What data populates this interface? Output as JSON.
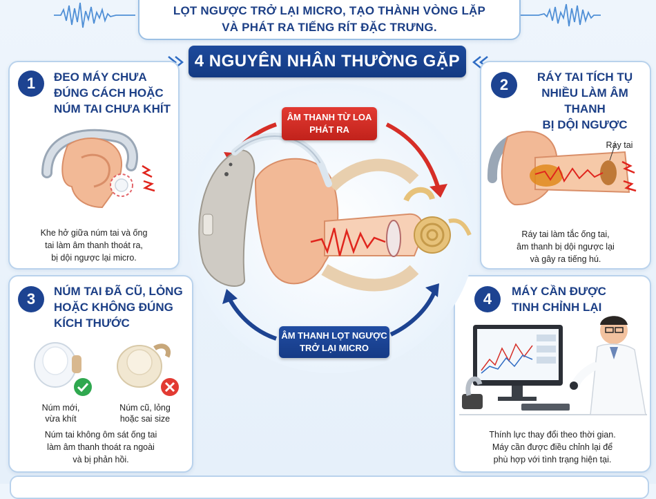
{
  "header": {
    "line1": "LỌT NGƯỢC TRỞ LẠI MICRO, TẠO THÀNH VÒNG LẶP",
    "line2": "VÀ PHÁT RA TIẾNG RÍT ĐẶC TRƯNG."
  },
  "banner": {
    "title": "4 NGUYÊN NHÂN THƯỜNG GẶP"
  },
  "center": {
    "speaker_label": "ÂM THANH TỪ LOA PHÁT RA",
    "mic_label": "ÂM THANH LỌT NGƯỢC TRỞ LẠI MICRO"
  },
  "cards": [
    {
      "number": "1",
      "title_lines": [
        "ĐEO MÁY CHƯA",
        "ĐÚNG CÁCH HOẶC",
        "NÚM TAI CHƯA KHÍT"
      ],
      "desc_lines": [
        "Khe hở giữa núm tai và ống",
        "tai làm âm thanh thoát ra,",
        "bị dội ngược lại micro."
      ]
    },
    {
      "number": "2",
      "title_lines": [
        "RÁY TAI TÍCH TỤ",
        "NHIỀU LÀM ÂM THANH",
        "BỊ DỘI NGƯỢC"
      ],
      "callout": "Ráy tai",
      "desc_lines": [
        "Ráy tai làm tắc ống tai,",
        "âm thanh bị dội ngược lại",
        "và gây ra tiếng hú."
      ]
    },
    {
      "number": "3",
      "title_lines": [
        "NÚM TAI ĐÃ CŨ, LỎNG",
        "HOẶC KHÔNG ĐÚNG",
        "KÍCH THƯỚC"
      ],
      "new_tip": [
        "Núm mới,",
        "vừa khít"
      ],
      "old_tip": [
        "Núm cũ, lỏng",
        "hoặc sai size"
      ],
      "desc_lines": [
        "Núm tai không ôm sát ống tai",
        "làm âm thanh thoát ra ngoài",
        "và bị phản hồi."
      ]
    },
    {
      "number": "4",
      "title_lines": [
        "MÁY CẦN ĐƯỢC",
        "TINH CHỈNH LẠI"
      ],
      "desc_lines": [
        "Thính lực thay đổi theo thời gian.",
        "Máy cần được điều chỉnh lại để",
        "phù hợp với tình trạng hiện tại."
      ]
    }
  ],
  "colors": {
    "navy": "#1d4391",
    "red": "#d62e27",
    "card_border": "#b9d2ec",
    "success": "#2fa84f",
    "danger": "#e23a32"
  }
}
